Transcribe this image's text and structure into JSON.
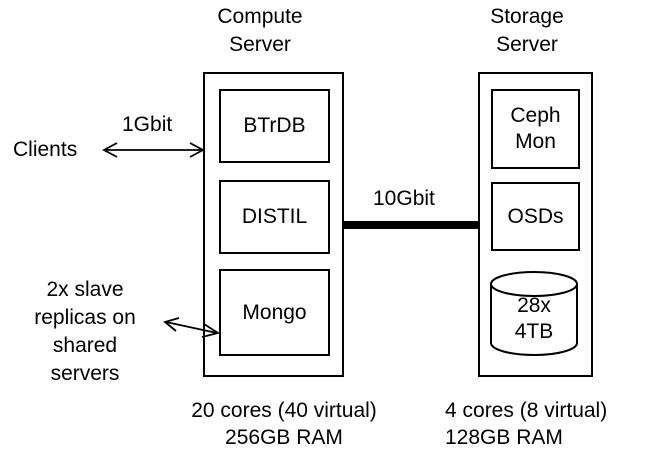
{
  "compute_server": {
    "title_line1": "Compute",
    "title_line2": "Server",
    "components": [
      "BTrDB",
      "DISTIL",
      "Mongo"
    ],
    "specs_line1": "20 cores (40 virtual)",
    "specs_line2": "256GB RAM"
  },
  "storage_server": {
    "title_line1": "Storage",
    "title_line2": "Server",
    "ceph_mon_line1": "Ceph",
    "ceph_mon_line2": "Mon",
    "osds": "OSDs",
    "disks_line1": "28x",
    "disks_line2": "4TB",
    "specs_line1": "4 cores (8 virtual)",
    "specs_line2": "128GB RAM"
  },
  "links": {
    "clients_label": "Clients",
    "clients_speed": "1Gbit",
    "interconnect_speed": "10Gbit",
    "replicas_line1": "2x slave",
    "replicas_line2": "replicas on",
    "replicas_line3": "shared",
    "replicas_line4": "servers"
  }
}
